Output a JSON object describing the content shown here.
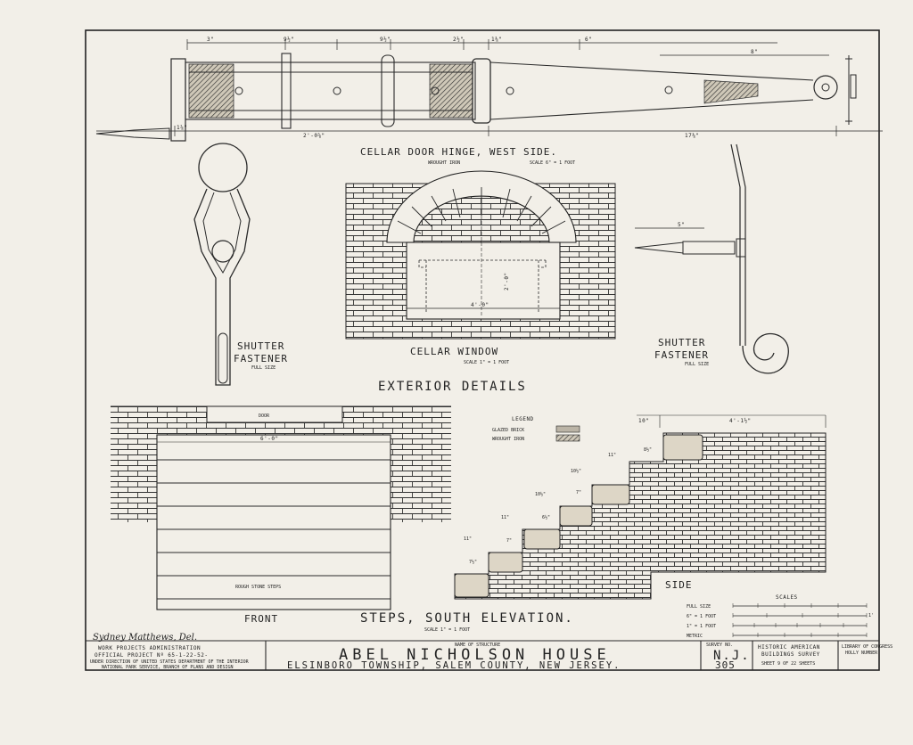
{
  "drawing": {
    "hinge_title": "CELLAR DOOR HINGE, WEST SIDE.",
    "hinge_material": "WROUGHT IRON",
    "hinge_scale": "SCALE 6\" = 1 FOOT",
    "hinge_dims_top": [
      "3\"",
      "9½\"",
      "9½\"",
      "2½\"",
      "1⅜\"",
      "6\""
    ],
    "hinge_dim_right": "8\"",
    "hinge_dim_overall_left": "2'-0⅝\"",
    "hinge_dim_overall_right": "17⅜\"",
    "hinge_dim_small_left": "1⅞\"",
    "shutter_left_title": "SHUTTER",
    "shutter_left_title2": "FASTENER",
    "shutter_left_scale": "FULL SIZE",
    "window_title": "CELLAR WINDOW",
    "window_scale": "SCALE 1\" = 1 FOOT",
    "window_dim_width": "4'-0\"",
    "window_dim_height": "2'-0\"",
    "shutter_right_title": "SHUTTER",
    "shutter_right_title2": "FASTENER",
    "shutter_right_scale": "FULL SIZE",
    "shutter_right_dim": "5\"",
    "section_title": "EXTERIOR DETAILS",
    "door_label": "DOOR",
    "steps_width": "6'-0\"",
    "steps_label": "ROUGH STONE STEPS",
    "front_label": "FRONT",
    "steps_title": "STEPS, SOUTH ELEVATION.",
    "steps_scale": "SCALE 1\" = 1 FOOT",
    "side_label": "SIDE",
    "side_dim_top_a": "10\"",
    "side_dim_top_b": "4'-1½\"",
    "side_rises": [
      "8½\"",
      "7\"",
      "6½\"",
      "7\"",
      "7½\""
    ],
    "side_treads": [
      "11\"",
      "10½\"",
      "10½\"",
      "11\"",
      "11\""
    ],
    "legend_title": "LEGEND",
    "legend_items": [
      "GLAZED BRICK",
      "WROUGHT IRON"
    ],
    "scales_title": "SCALES",
    "scale_rows": [
      "FULL SIZE",
      "6\" = 1 FOOT",
      "1\" = 1 FOOT",
      "METRIC"
    ],
    "scale_end_mark": "1'"
  },
  "title_block": {
    "delineator": "Sydney Matthews, Del.",
    "agency_1": "WORK PROJECTS ADMINISTRATION",
    "agency_2": "OFFICIAL PROJECT Nº 65-1-22-52-",
    "agency_3": "UNDER DIRECTION OF UNITED STATES DEPARTMENT OF THE INTERIOR",
    "agency_4": "NATIONAL PARK SERVICE, BRANCH OF PLANS AND DESIGN",
    "name_caption": "NAME OF STRUCTURE",
    "structure_name": "ABEL NICHOLSON HOUSE",
    "location": "ELSINBORO TOWNSHIP, SALEM COUNTY, NEW JERSEY.",
    "survey_caption": "SURVEY NO.",
    "survey_state": "N.J.",
    "survey_number": "305",
    "survey_org_1": "HISTORIC AMERICAN",
    "survey_org_2": "BUILDINGS SURVEY",
    "sheet_info": "SHEET 9 OF 22 SHEETS",
    "library_1": "LIBRARY OF CONGRESS",
    "library_2": "HOLLY NUMBER"
  }
}
